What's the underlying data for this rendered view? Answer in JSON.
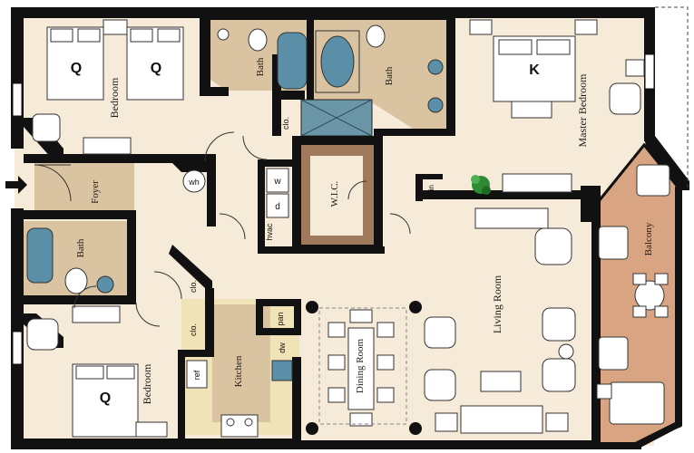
{
  "rooms": {
    "bedroom_left": "Bedroom",
    "bed_q1": "Q",
    "bed_q2": "Q",
    "bath_top_left": "Bath",
    "bath_top_right": "Bath",
    "master_bedroom": "Master Bedroom",
    "bed_k": "K",
    "closet_top": "clo.",
    "wic": "W.I.C.",
    "foyer": "Foyer",
    "wh": "wh",
    "w": "w",
    "d": "d",
    "hvac": "hvac",
    "lin": "lin",
    "bath_mid_left": "Bath",
    "closet_mid": "clo.",
    "closet_low": "clo.",
    "pan": "pan",
    "ref": "ref",
    "kitchen": "Kitchen",
    "dw": "dw",
    "dining_room": "Dining Room",
    "living_room": "Living Room",
    "balcony": "Balcony",
    "bedroom_bottom": "Bedroom",
    "bed_q3": "Q"
  },
  "colors": {
    "wall": "#111111",
    "floor": "#f6ead9",
    "bath_tile": "#d9c3a0",
    "wic_floor": "#a0785a",
    "balcony": "#d9a482",
    "kitchen_floor": "#f1e3b8",
    "tub": "#5b8fa8"
  },
  "icons": [
    "entry-arrow-icon",
    "plant-icon"
  ]
}
